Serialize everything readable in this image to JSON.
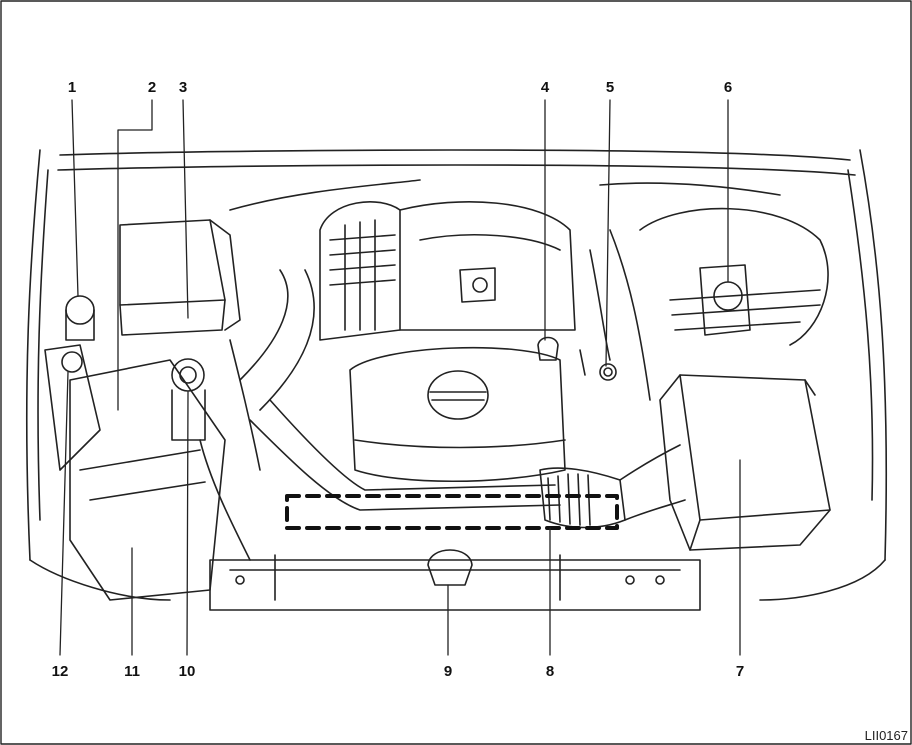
{
  "diagram": {
    "callouts": {
      "c1": "1",
      "c2": "2",
      "c3": "3",
      "c4": "4",
      "c5": "5",
      "c6": "6",
      "c7": "7",
      "c8": "8",
      "c9": "9",
      "c10": "10",
      "c11": "11",
      "c12": "12"
    },
    "figure_code": "LII0167"
  }
}
